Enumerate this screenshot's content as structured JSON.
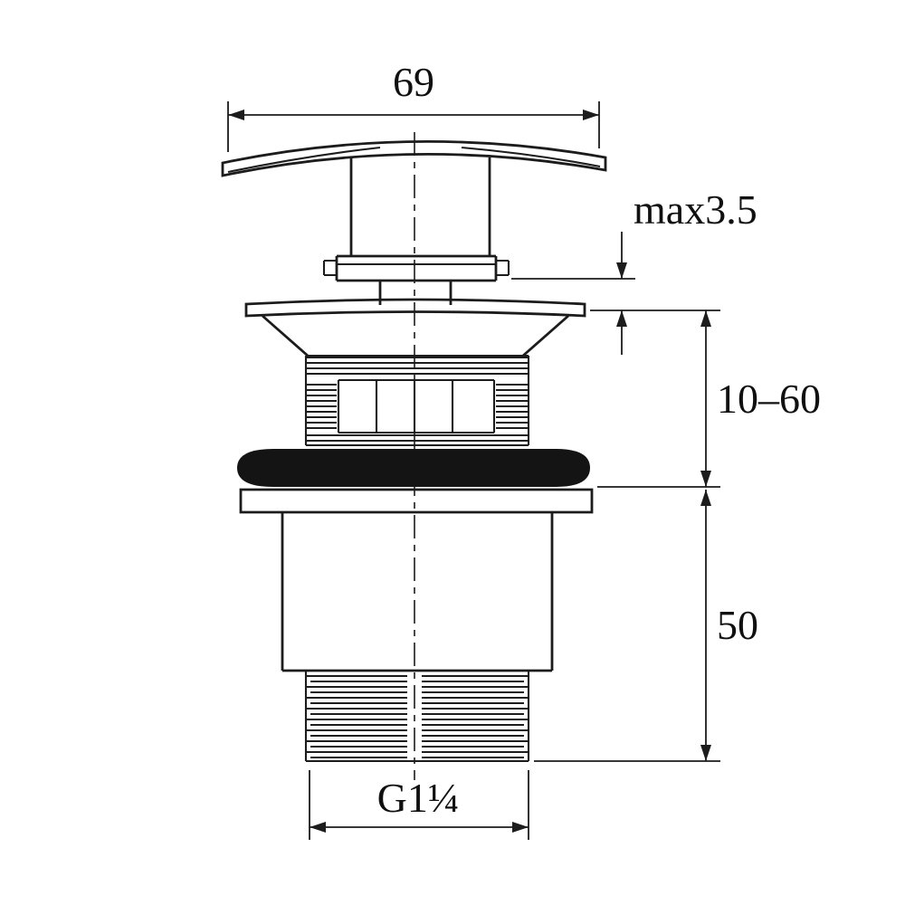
{
  "drawing": {
    "background_color": "#ffffff",
    "line_color": "#1c1c1c",
    "labels": {
      "cap_width": "69",
      "cap_clearance": "max3.5",
      "install_range": "10–60",
      "tail_length": "50",
      "thread_size": "G1¼"
    }
  }
}
